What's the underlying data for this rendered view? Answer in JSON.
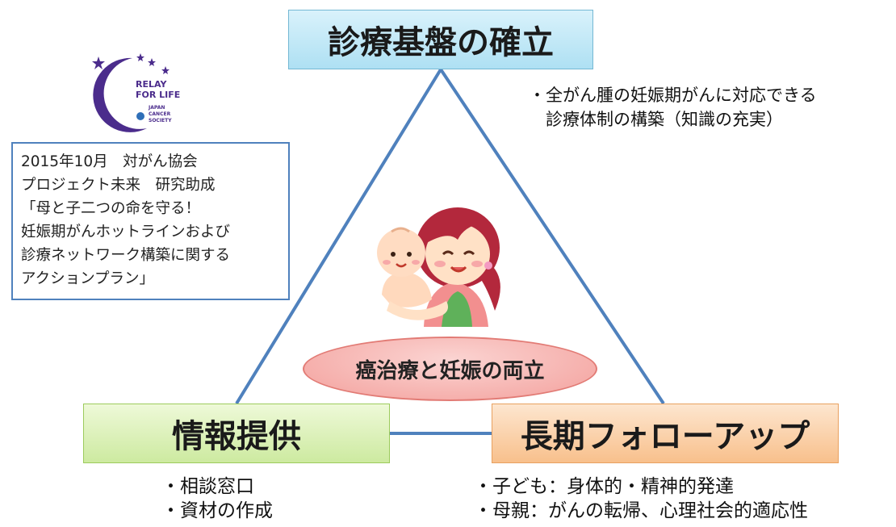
{
  "diagram": {
    "top_box": "診療基盤の確立",
    "left_box": "情報提供",
    "right_box": "長期フォローアップ",
    "center": "癌治療と妊娠の両立"
  },
  "top_note": [
    "・全がん腫の妊娠期がんに対応できる",
    "　診療体制の構築（知識の充実）"
  ],
  "left_note": [
    "・相談窓口",
    "・資材の作成"
  ],
  "right_note": [
    "・子ども：身体的・精神的発達",
    "・母親：がんの転帰、心理社会的適応性"
  ],
  "info_box": [
    "2015年10月　対がん協会",
    "プロジェクト未来　研究助成",
    "「母と子二つの命を守る！",
    "妊娠期がんホットラインおよび",
    "診療ネットワーク構築に関する",
    "アクションプラン」"
  ],
  "logo": {
    "line1": "RELAY",
    "line2": "FOR LIFE",
    "line3": "JAPAN",
    "line4": "CANCER",
    "line5": "SOCIETY",
    "color": "#4b2c8c"
  },
  "colors": {
    "line": "#4f81bd",
    "top_fill": "#bfe6f5",
    "left_fill": "#dcf0bb",
    "right_fill": "#fbd0a9",
    "ellipse_fill": "#f6b3b0"
  },
  "illustration": "mother-and-baby"
}
